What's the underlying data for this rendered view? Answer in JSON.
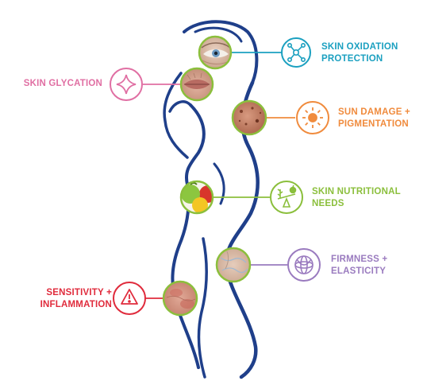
{
  "colors": {
    "body_outline": "#1f3f8a",
    "oxidation": "#1ba0c0",
    "glycation": "#e06fa3",
    "sun": "#f08b3d",
    "nutrition": "#8bbf3c",
    "firmness": "#9a7bbf",
    "sensitivity": "#e02b3c"
  },
  "labels": {
    "oxidation": {
      "line1": "SKIN OXIDATION",
      "line2": "PROTECTION",
      "icon": "molecule-icon"
    },
    "glycation": {
      "line1": "SKIN GLYCATION",
      "icon": "sparkle-icon"
    },
    "sun": {
      "line1": "SUN DAMAGE +",
      "line2": "PIGMENTATION",
      "icon": "sun-icon"
    },
    "nutrition": {
      "line1": "SKIN NUTRITIONAL",
      "line2": "NEEDS",
      "icon": "scale-icon"
    },
    "firmness": {
      "line1": "FIRMNESS +",
      "line2": "ELASTICITY",
      "icon": "globe-icon"
    },
    "sensitivity": {
      "line1": "SENSITIVITY +",
      "line2": "INFLAMMATION",
      "icon": "warning-icon"
    }
  }
}
